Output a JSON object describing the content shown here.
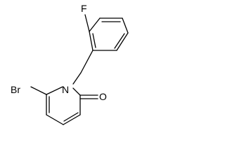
{
  "molecule": {
    "atoms": {
      "fluorine": "F",
      "bromine": "Br",
      "nitrogen": "N",
      "oxygen": "O"
    }
  }
}
